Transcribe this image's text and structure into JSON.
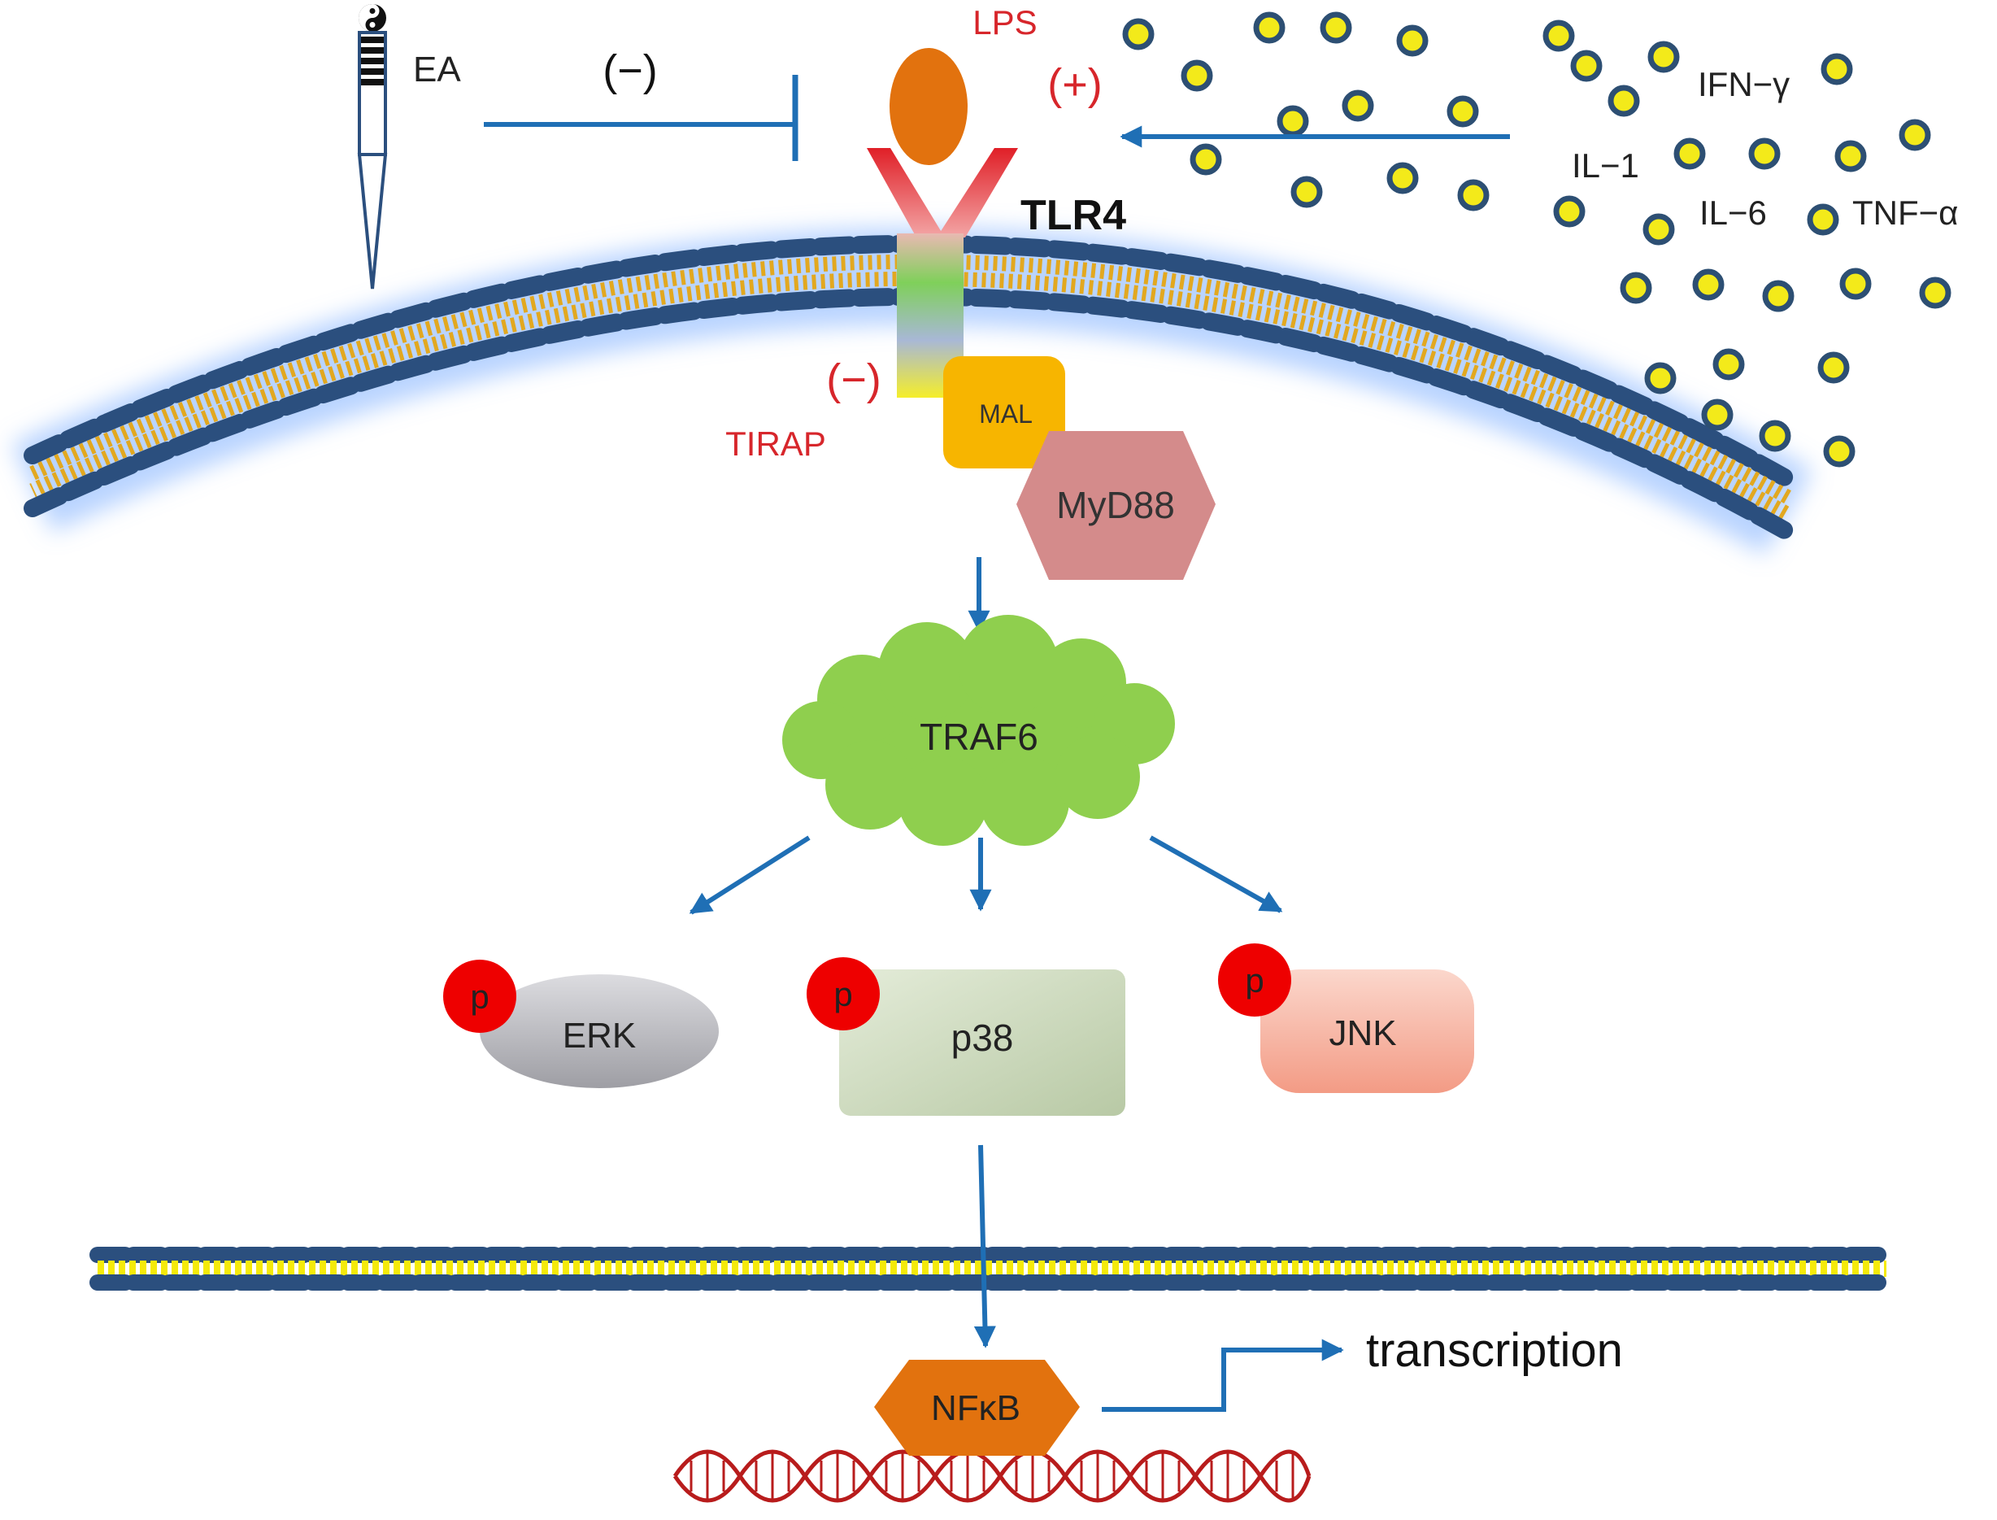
{
  "labels": {
    "ea": "EA",
    "ea_sign": "(−)",
    "lps": "LPS",
    "lps_sign": "(+)",
    "tlr4": "TLR4",
    "tirap_sign": "(−)",
    "tirap": "TIRAP",
    "mal": "MAL",
    "myd88": "MyD88",
    "traf6": "TRAF6",
    "erk": "ERK",
    "p38": "p38",
    "jnk": "JNK",
    "phospho": "p",
    "nfkb": "NFκB",
    "transcription": "transcription"
  },
  "cytokines": {
    "ifn_gamma": "IFN−γ",
    "il1": "IL−1",
    "il6": "IL−6",
    "tnf_alpha": "TNF−α"
  },
  "colors": {
    "arrow": "#1f6fb5",
    "inhibit_text": "#d7262b",
    "lps": "#e2720e",
    "receptor_arm": "#e0262b",
    "mal": "#f7b500",
    "myd88": "#d48b8b",
    "traf6": "#8fcf4e",
    "erk": "#b9b9bd",
    "p38": "#cfdcbf",
    "jnk": "#f5b3a2",
    "phospho": "#ee0000",
    "nfkb": "#e2720e",
    "cytokine_fill": "#f3ea1a",
    "cytokine_stroke": "#2d4f73",
    "membrane_head": "#2b4f7e",
    "membrane_tail": "#e2a820",
    "nuclear_tail": "#f5ea0a",
    "dna": "#b81c1c"
  },
  "icons": {
    "acupuncture": "acupuncture-needle-icon"
  }
}
